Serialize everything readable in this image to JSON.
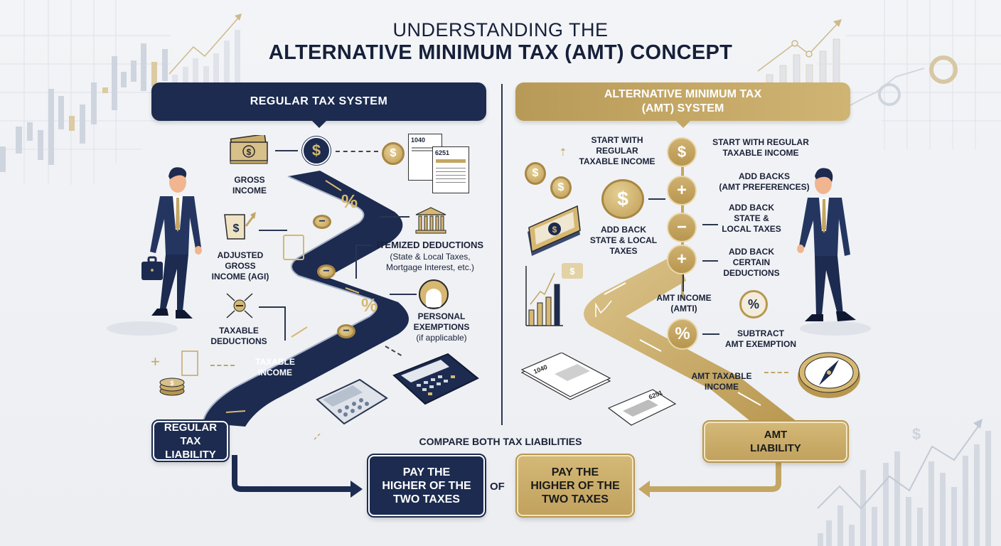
{
  "title": {
    "line1": "UNDERSTANDING THE",
    "line2": "ALTERNATIVE MINIMUM TAX (AMT) CONCEPT"
  },
  "colors": {
    "navy": "#1c2b4f",
    "gold": "#c4a663",
    "background": "#eef0f4",
    "text": "#1a2238"
  },
  "regular": {
    "banner": "REGULAR TAX SYSTEM",
    "steps": [
      {
        "label": "GROSS INCOME",
        "icon": "money-stack-icon"
      },
      {
        "label": "ADJUSTED GROSS INCOME (AGI)",
        "icon": "scroll-dollar-icon"
      },
      {
        "label": "TAXABLE DEDUCTIONS",
        "icon": "minus-arrows-icon"
      },
      {
        "label": "TAXABLE INCOME",
        "icon": "coin-stack-icon"
      }
    ],
    "itemized": {
      "title": "ITEMIZED DEDUCTIONS",
      "detail1": "(State & Local Taxes,",
      "detail2": "Mortgage Interest, etc.)"
    },
    "exemptions": {
      "title1": "PERSONAL",
      "title2": "EXEMPTIONS",
      "detail": "(if applicable)"
    },
    "forms": [
      "1040",
      "6251"
    ],
    "road_symbols": [
      "$",
      "%",
      "−",
      "%",
      "−"
    ],
    "liability": {
      "line1": "REGULAR",
      "line2": "TAX LIABILITY"
    }
  },
  "amt": {
    "banner_line1": "ALTERNATIVE MINIMUM TAX",
    "banner_line2": "(AMT) SYSTEM",
    "left_labels": [
      {
        "lines": [
          "START WITH",
          "REGULAR",
          "TAXABLE INCOME"
        ]
      },
      {
        "lines": [
          "ADD BACK",
          "STATE & LOCAL",
          "TAXES"
        ]
      }
    ],
    "steps": [
      {
        "symbol": "$",
        "lines": [
          "START WITH REGULAR",
          "TAXABLE INCOME"
        ]
      },
      {
        "symbol": "+",
        "lines": [
          "ADD BACKS",
          "(AMT PREFERENCES)"
        ]
      },
      {
        "symbol": "−",
        "lines": [
          "ADD BACK",
          "STATE &",
          "LOCAL TAXES"
        ]
      },
      {
        "symbol": "+",
        "lines": [
          "ADD BACK",
          "CERTAIN",
          "DEDUCTIONS"
        ]
      }
    ],
    "amti": {
      "line1": "AMT INCOME",
      "line2": "(AMTI)"
    },
    "exemption": {
      "symbol": "%",
      "line1": "SUBTRACT",
      "line2": "AMT EXEMPTION"
    },
    "taxable": {
      "line1": "AMT TAXABLE",
      "line2": "INCOME"
    },
    "forms": [
      "1040",
      "6251"
    ],
    "liability": {
      "line1": "AMT",
      "line2": "LIABILITY"
    }
  },
  "bottom": {
    "compare": "COMPARE BOTH TAX LIABILITIES",
    "left_box": [
      "PAY THE",
      "HIGHER OF THE",
      "TWO TAXES"
    ],
    "right_box": [
      "PAY THE",
      "HIGHER OF THE",
      "TWO TAXES"
    ],
    "connector": "OF"
  }
}
